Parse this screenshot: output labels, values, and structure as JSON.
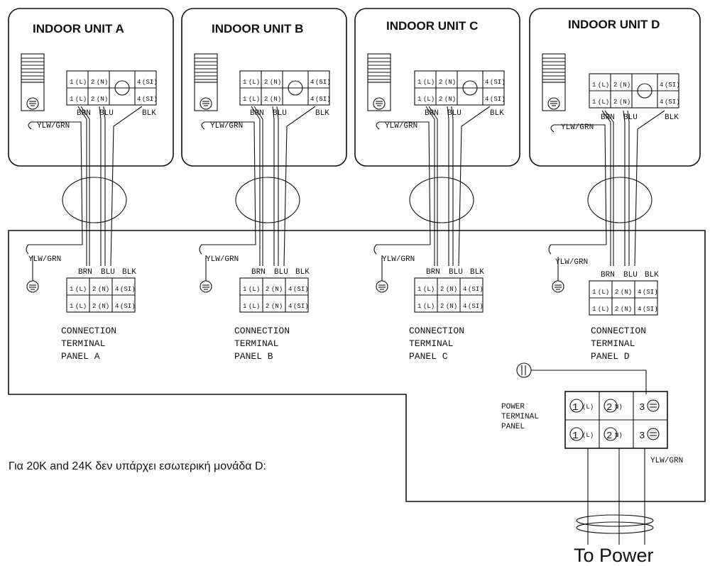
{
  "units": [
    {
      "title": "INDOOR UNIT A",
      "panel_line1": "CONNECTION",
      "panel_line2": "TERMINAL",
      "panel_line3": "PANEL  A"
    },
    {
      "title": "INDOOR UNIT B",
      "panel_line1": "CONNECTION",
      "panel_line2": "TERMINAL",
      "panel_line3": "PANEL  B"
    },
    {
      "title": "INDOOR UNIT C",
      "panel_line1": "CONNECTION",
      "panel_line2": "TERMINAL",
      "panel_line3": "PANEL  C"
    },
    {
      "title": "INDOOR UNIT D",
      "panel_line1": "CONNECTION",
      "panel_line2": "TERMINAL",
      "panel_line3": "PANEL  D"
    }
  ],
  "wires": {
    "ground": "YLW/GRN",
    "brown": "BRN",
    "blue": "BLU",
    "black": "BLK"
  },
  "unit_terminals": {
    "t1": "1",
    "t1_sub": "(L)",
    "t2": "2",
    "t2_sub": "(N)",
    "t4": "4",
    "t4_sub": "(SI)"
  },
  "power_panel": {
    "line1": "POWER",
    "line2": "TERMINAL",
    "line3": "PANEL",
    "t1": "1",
    "t1_sub": "(L)",
    "t2": "2",
    "t2_sub": "N)",
    "t3": "3",
    "ground_label": "YLW/GRN"
  },
  "note": "Για 20K and 24K δεν υπάρχει εσωτερική μονάδα D:",
  "to_power": "To Power"
}
